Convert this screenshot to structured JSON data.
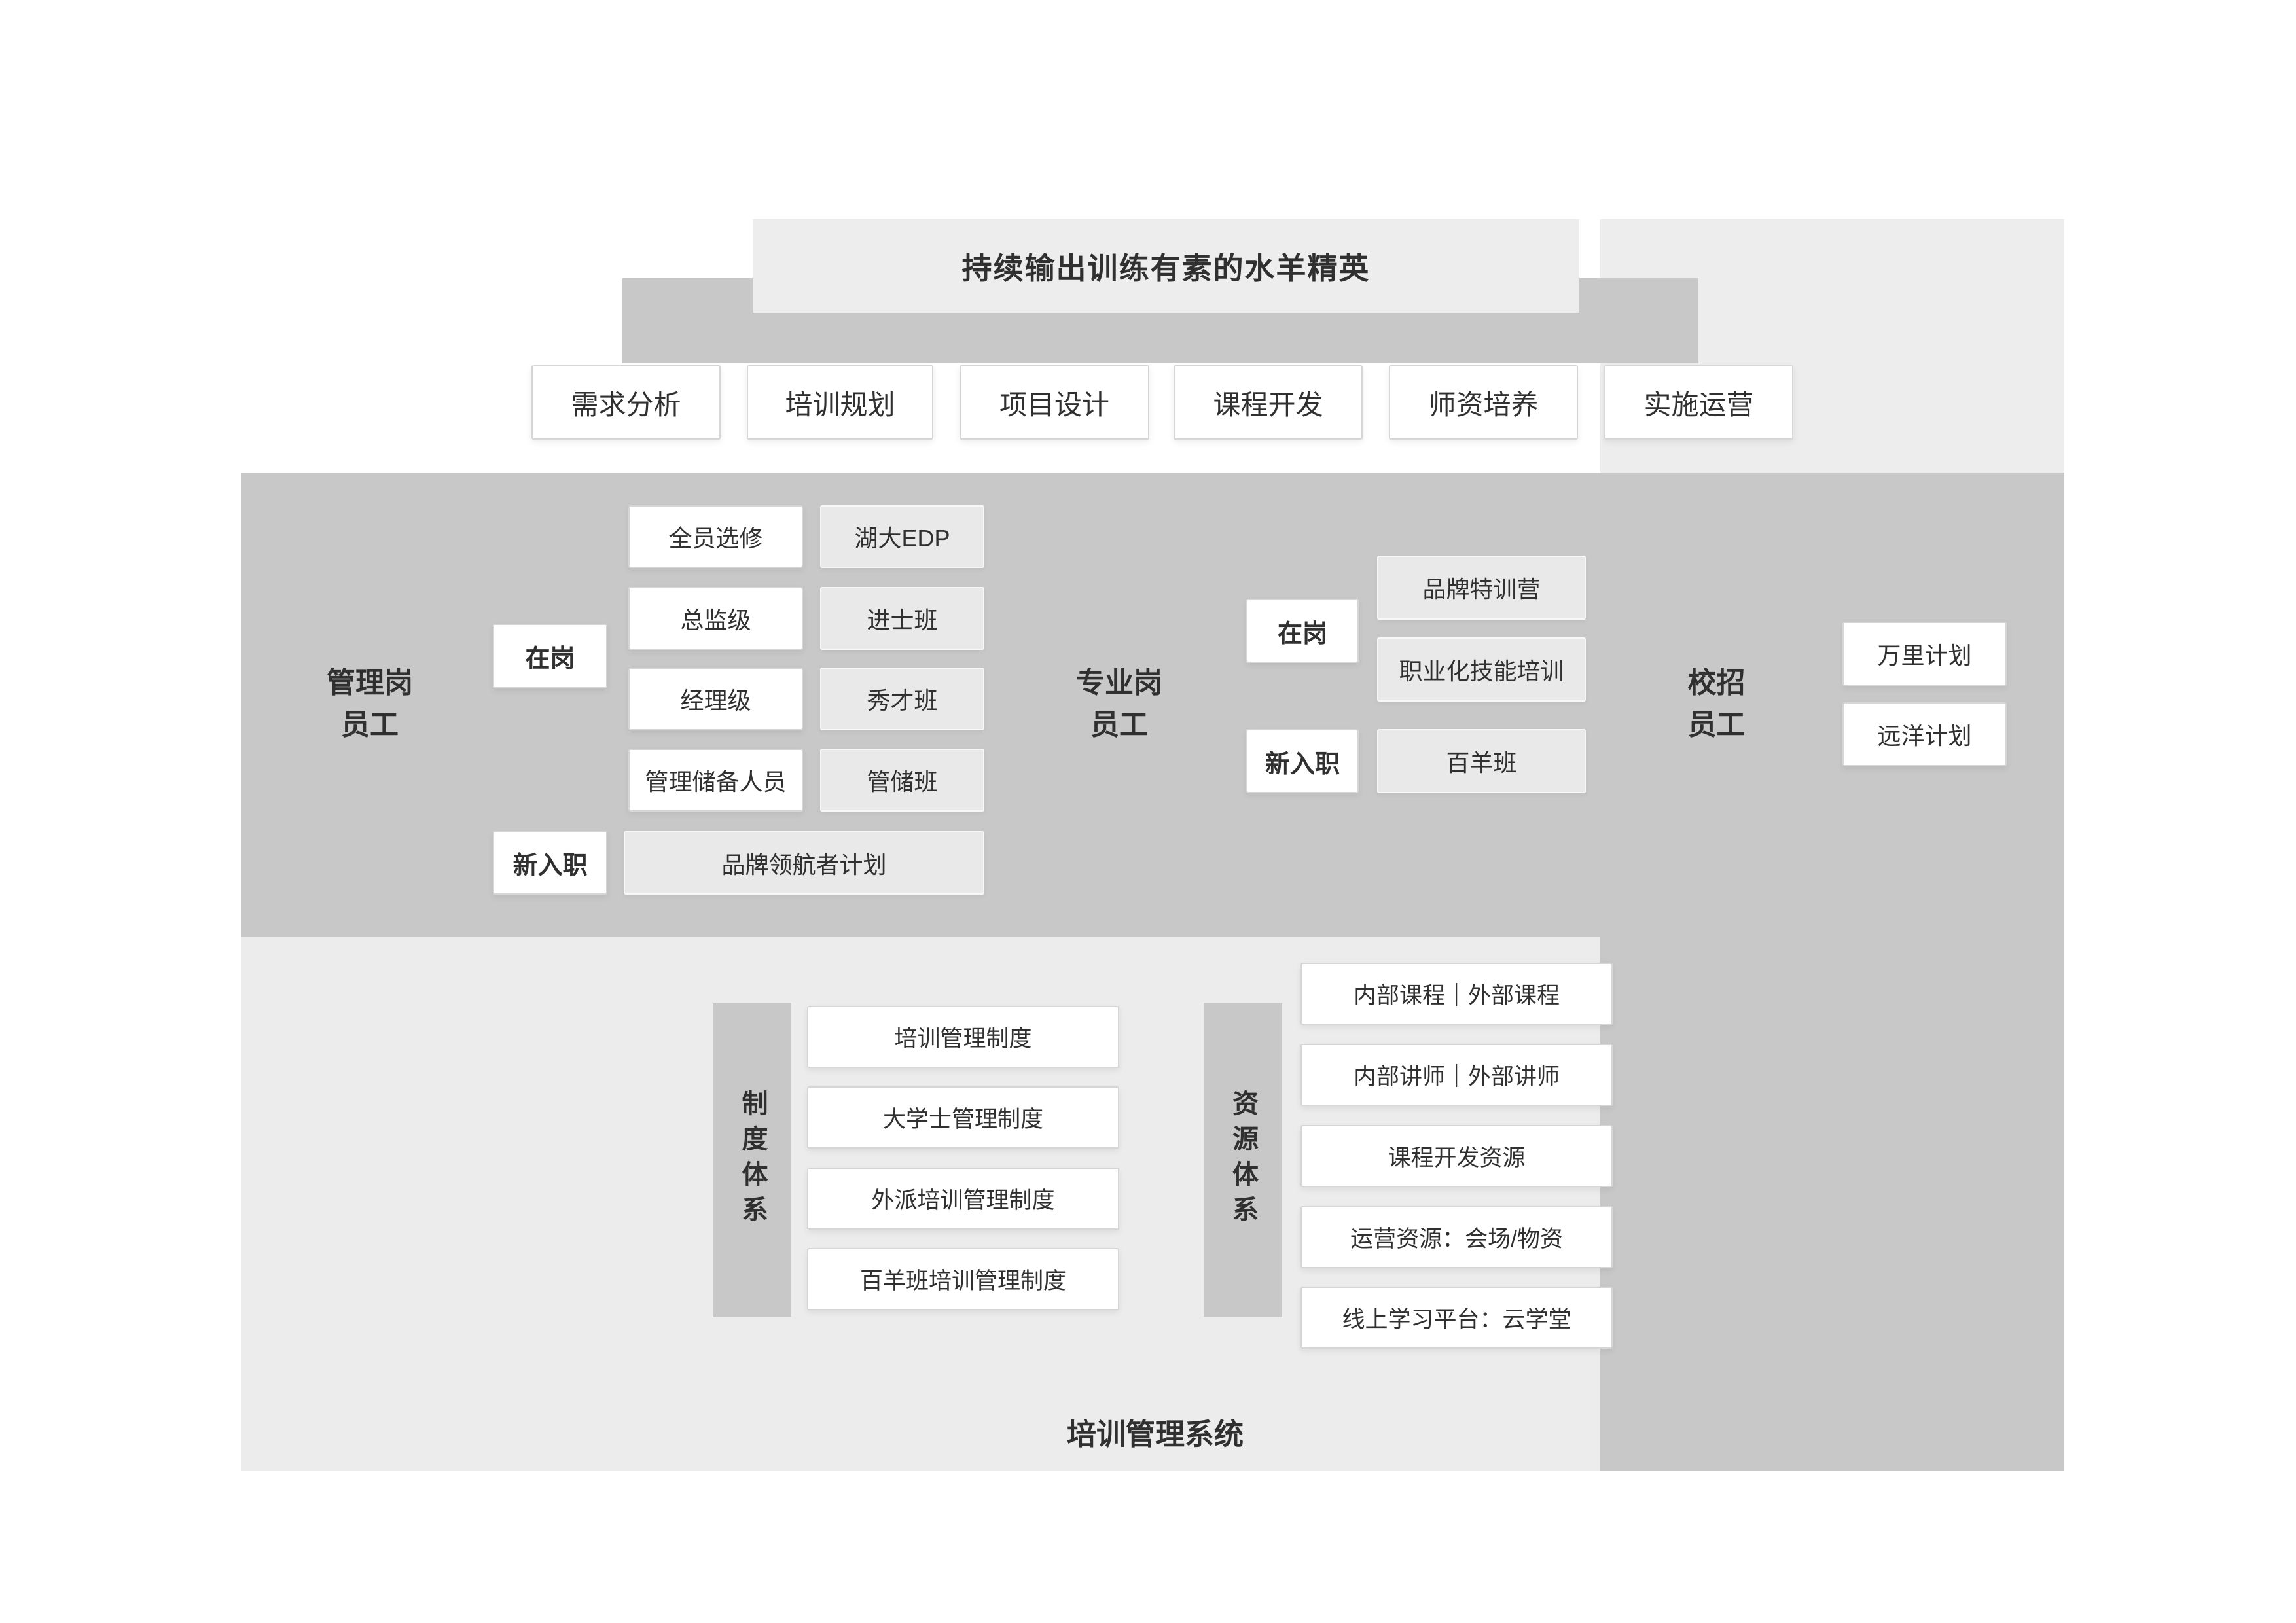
{
  "title": "持续输出训练有素的水羊精英",
  "process_steps": [
    "需求分析",
    "培训规划",
    "项目设计",
    "课程开发",
    "师资培养",
    "实施运营"
  ],
  "management": {
    "label": "管理岗\n员工",
    "onjob": "在岗",
    "newhire": "新入职",
    "levels": [
      "全员选修",
      "总监级",
      "经理级",
      "管理储备人员"
    ],
    "programs": [
      "湖大EDP",
      "进士班",
      "秀才班",
      "管储班"
    ],
    "newhire_program": "品牌领航者计划"
  },
  "professional": {
    "label": "专业岗\n员工",
    "onjob": "在岗",
    "newhire": "新入职",
    "onjob_programs": [
      "品牌特训营",
      "职业化技能培训"
    ],
    "newhire_program": "百羊班"
  },
  "campus": {
    "label": "校招\n员工",
    "programs": [
      "万里计划",
      "远洋计划"
    ]
  },
  "institution_system": {
    "label": "制度体系",
    "items": [
      "培训管理制度",
      "大学士管理制度",
      "外派培训管理制度",
      "百羊班培训管理制度"
    ]
  },
  "resource_system": {
    "label": "资源体系",
    "items": [
      "内部课程｜外部课程",
      "内部讲师｜外部讲师",
      "课程开发资源",
      "运营资源：会场/物资",
      "线上学习平台：云学堂"
    ]
  },
  "footer": "培训管理系统",
  "colors": {
    "medium_gray": "#c8c8c8",
    "light_gray": "#ededed",
    "bottom_light_gray": "#ececec",
    "box_light_gray": "#e9e9e9",
    "box_border": "#d6d6d6",
    "text": "#303030"
  }
}
